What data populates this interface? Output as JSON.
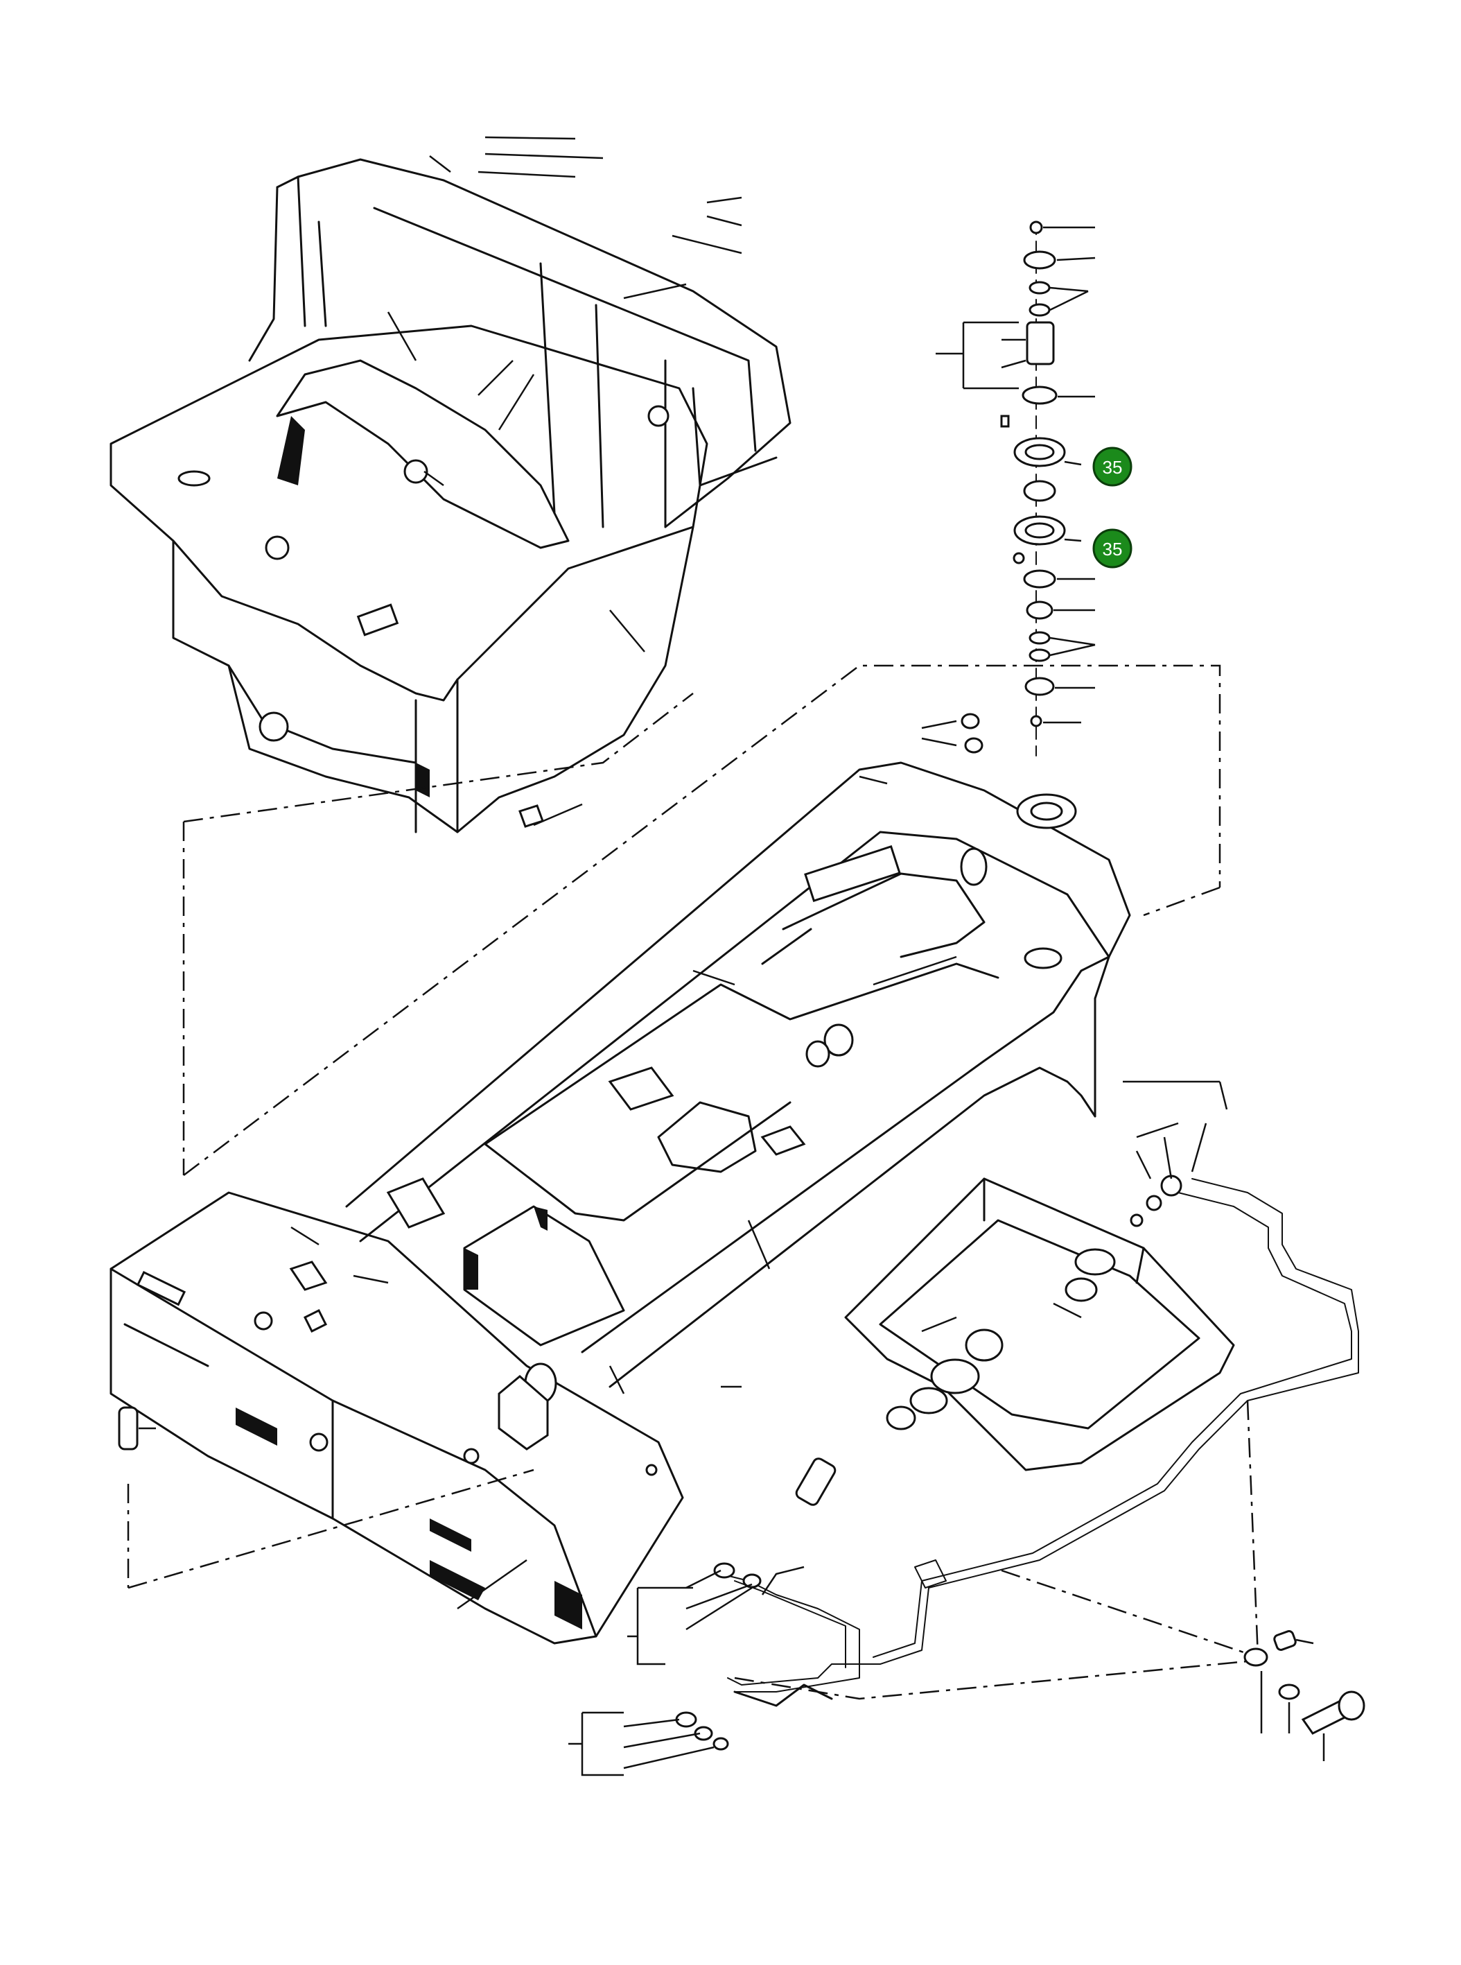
{
  "diagram": {
    "callouts": [
      {
        "id": "callout-upper",
        "label": "35",
        "color": "#1b8a1b"
      },
      {
        "id": "callout-lower",
        "label": "35",
        "color": "#1b8a1b"
      }
    ]
  }
}
